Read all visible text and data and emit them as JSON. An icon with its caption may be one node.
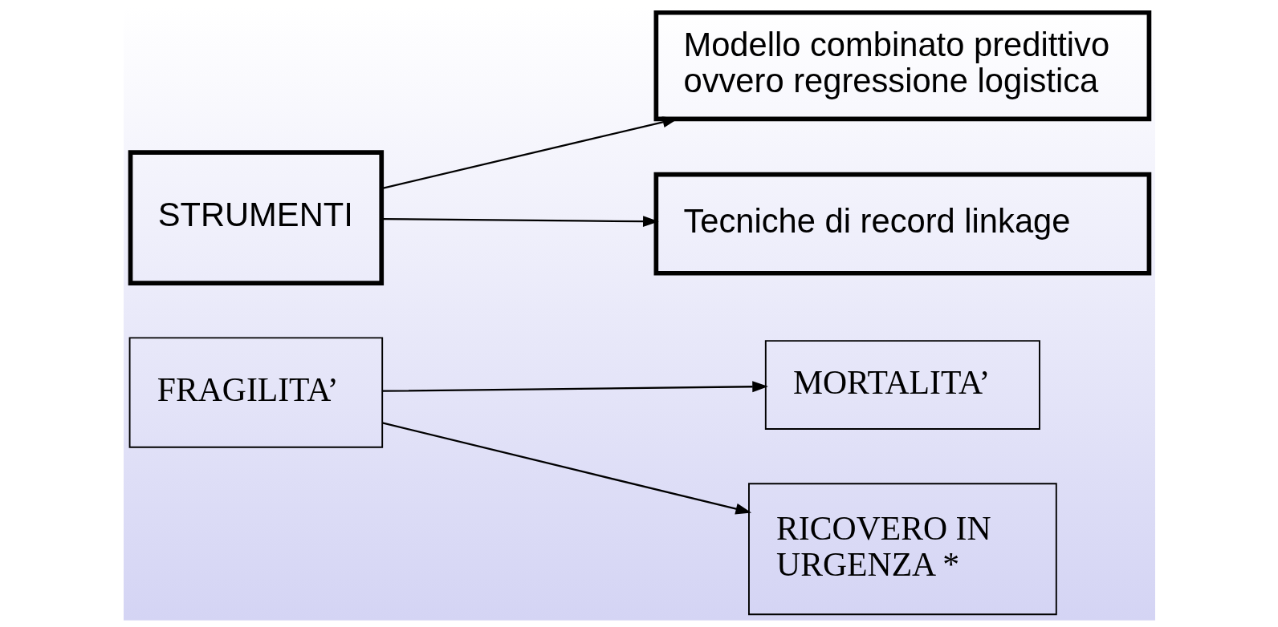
{
  "diagram": {
    "nodes": [
      {
        "text": [
          "STRUMENTI"
        ]
      },
      {
        "text": [
          "Modello combinato predittivo ovvero regressione logistica"
        ]
      },
      {
        "text": [
          "Tecniche di record linkage"
        ]
      },
      {
        "text": [
          "FRAGILITA’"
        ]
      },
      {
        "text": [
          "MORTALITA’"
        ]
      },
      {
        "text": [
          "RICOVERO IN URGENZA *"
        ]
      }
    ],
    "edges": [
      {
        "from": 0,
        "to": 1,
        "arrow": "to"
      },
      {
        "from": 0,
        "to": 2,
        "arrow": "to"
      },
      {
        "from": 3,
        "to": 4,
        "arrow": "to"
      },
      {
        "from": 3,
        "to": 5,
        "arrow": "to"
      }
    ]
  }
}
